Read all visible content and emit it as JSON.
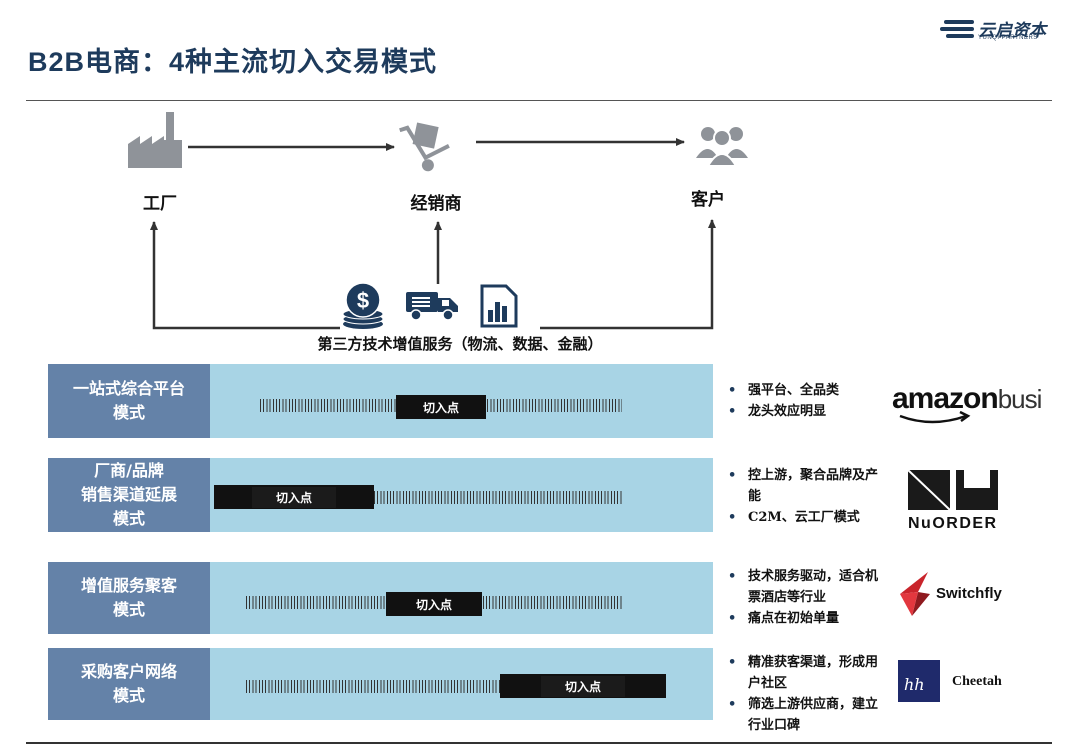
{
  "title": {
    "prefix": "B2B",
    "mid": "电商：",
    "num": "4",
    "rest": "种主流切入交易模式"
  },
  "logo": {
    "name": "云启资本",
    "sub": "YUNQI PARTNERS"
  },
  "nodes": {
    "factory": "工厂",
    "distributor": "经销商",
    "customer": "客户"
  },
  "services_label": "第三方技术增值服务（物流、数据、金融）",
  "icons": [
    "factory-icon",
    "hand-truck-icon",
    "people-icon",
    "dollar-coins-icon",
    "delivery-truck-icon",
    "bar-chart-icon"
  ],
  "entry_label": "切入点",
  "rows": [
    {
      "label": [
        "一站式综合平台",
        "模式"
      ],
      "bullets": [
        "强平台、全品类",
        "龙头效应明显"
      ],
      "entry_position": 0.5,
      "brand": "amazonbusiness"
    },
    {
      "label": [
        "厂商/品牌",
        "销售渠道延展",
        "模式"
      ],
      "bullets": [
        "控上游，聚合品牌及产能",
        "C2M、云工厂模式"
      ],
      "entry_position": 0.0,
      "brand": "NuORDER"
    },
    {
      "label": [
        "增值服务聚客",
        "模式"
      ],
      "bullets": [
        "技术服务驱动，适合机票酒店等行业",
        "痛点在初始单量"
      ],
      "entry_position": 0.5,
      "brand": "Switchfly"
    },
    {
      "label": [
        "采购客户网络",
        "模式"
      ],
      "bullets": [
        "精准获客渠道，形成用户社区",
        "筛选上游供应商，建立行业口碑"
      ],
      "entry_position": 1.0,
      "brand": "Cheetah"
    }
  ],
  "colors": {
    "label_bg": "#6482a8",
    "bar_bg": "#a8d4e5",
    "title": "#1e3b5c",
    "icon_gray": "#8f9399",
    "icon_navy": "#1e3b5c"
  }
}
